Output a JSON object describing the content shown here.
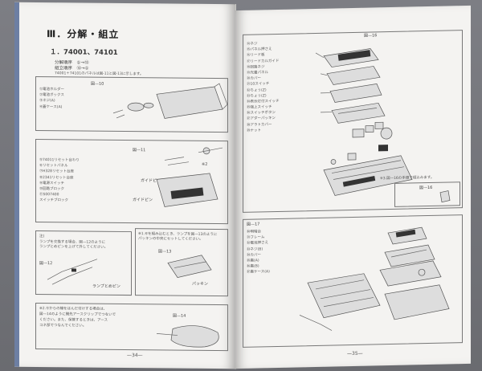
{
  "left_page": {
    "section_title": "Ⅲ．分解・組立",
    "subsection_title": "１．74001、74101",
    "intro": {
      "line1_prefix": "分解順序",
      "line1_value": "①→⑬",
      "line2_prefix": "組立順序",
      "line2_value": "⑬→①",
      "line3": "74001＋74101のパネルは図-11と図-13に示します。"
    },
    "fig10": {
      "label": "図—10",
      "items": [
        "①電池ホルダー",
        "②電池ボックス",
        "③ネジ(A)",
        "④蓋ケース(A)"
      ]
    },
    "fig11": {
      "label": "図—11",
      "items": [
        "⑤74011リセット台わり",
        "⑥リセットパネル",
        "⑦H328リセット台座",
        "⑧2341リセット台座",
        "⑨電源スイッチ",
        "⑩回路ブロック",
        "⑪S007400",
        "スイッチブロック"
      ],
      "callouts": [
        "ガイドピン",
        "ガイドピン",
        "※2"
      ]
    },
    "fig12": {
      "label": "図—12",
      "note_title": "注)",
      "note_lines": [
        "ランプを交換する場合、図—12のように",
        "ランプとめピンを上げて外してください。"
      ],
      "callout": "ランプとめピン"
    },
    "fig13": {
      "label": "図—13",
      "note_lines": [
        "※1.⑥を組み込むとき、ランプを図—13のように",
        "パッキンの中央にセットしてください。"
      ],
      "callout": "パッキン"
    },
    "fig14": {
      "label": "図—14",
      "note_lines": [
        "※2.⑤からの線をはんだ付けする場合は、",
        "図—14のように開先アースクリップでつないで",
        "ください。また、保管するときは、アース",
        "コネ部でつなんでください。"
      ]
    },
    "page_number": "—34—"
  },
  "right_page": {
    "fig16": {
      "label": "図—16",
      "items": [
        "⑭ネジ",
        "⑮パネル押さえ",
        "⑯リード板",
        "⑰リードカルガイド",
        "⑱回路ネジ",
        "⑲光量パネル",
        "⑳カバー",
        "㉑10スイッチ",
        "㉒ちょう(Z)",
        "㉓ちょう(Z)",
        "㉔表示灯付スイッチ",
        "㉕強上スイッチ",
        "㉖スイッチボタン",
        "㉗アダーパッキン",
        "㉘アラトカバー",
        "㉙ナット"
      ],
      "note": "※3.図—16の手順で組込みます。",
      "inset_label": "図—16"
    },
    "fig17": {
      "label": "図—17",
      "items": [
        "㉚明暗台",
        "㉛フレーム",
        "㉜電池押さえ",
        "㉝ネジ(B)",
        "㉞カバー",
        "㉟裏(A)",
        "㊱裏(B)",
        "㊲裏ケース(A)"
      ]
    },
    "page_number": "—35—"
  }
}
